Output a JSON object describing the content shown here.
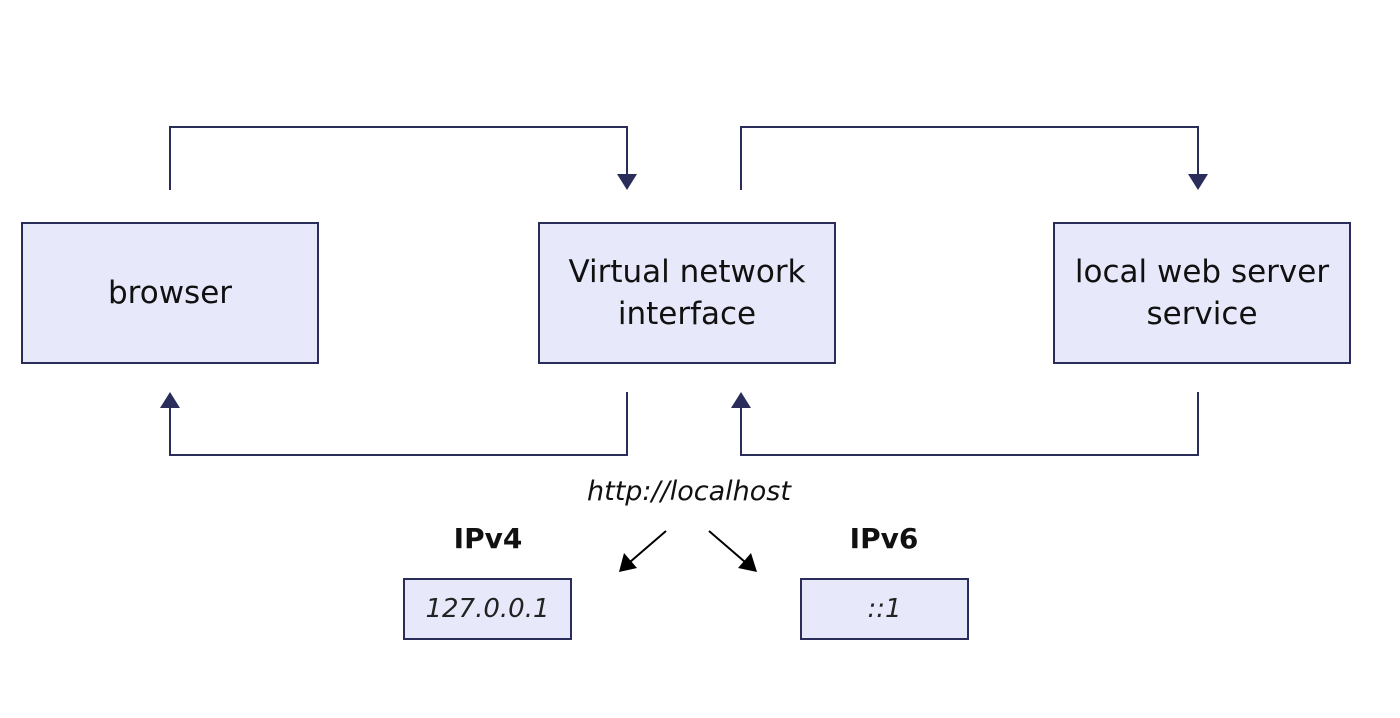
{
  "nodes": {
    "browser": "browser",
    "virtual_network_interface": "Virtual network\ninterface",
    "local_web_server": "local web server\nservice"
  },
  "hostname": "http://localhost",
  "ipv4": {
    "label": "IPv4",
    "address": "127.0.0.1"
  },
  "ipv6": {
    "label": "IPv6",
    "address": "::1"
  },
  "colors": {
    "node_fill": "#e8e8fb",
    "line": "#2a2d5a",
    "arrow_black": "#000000"
  }
}
